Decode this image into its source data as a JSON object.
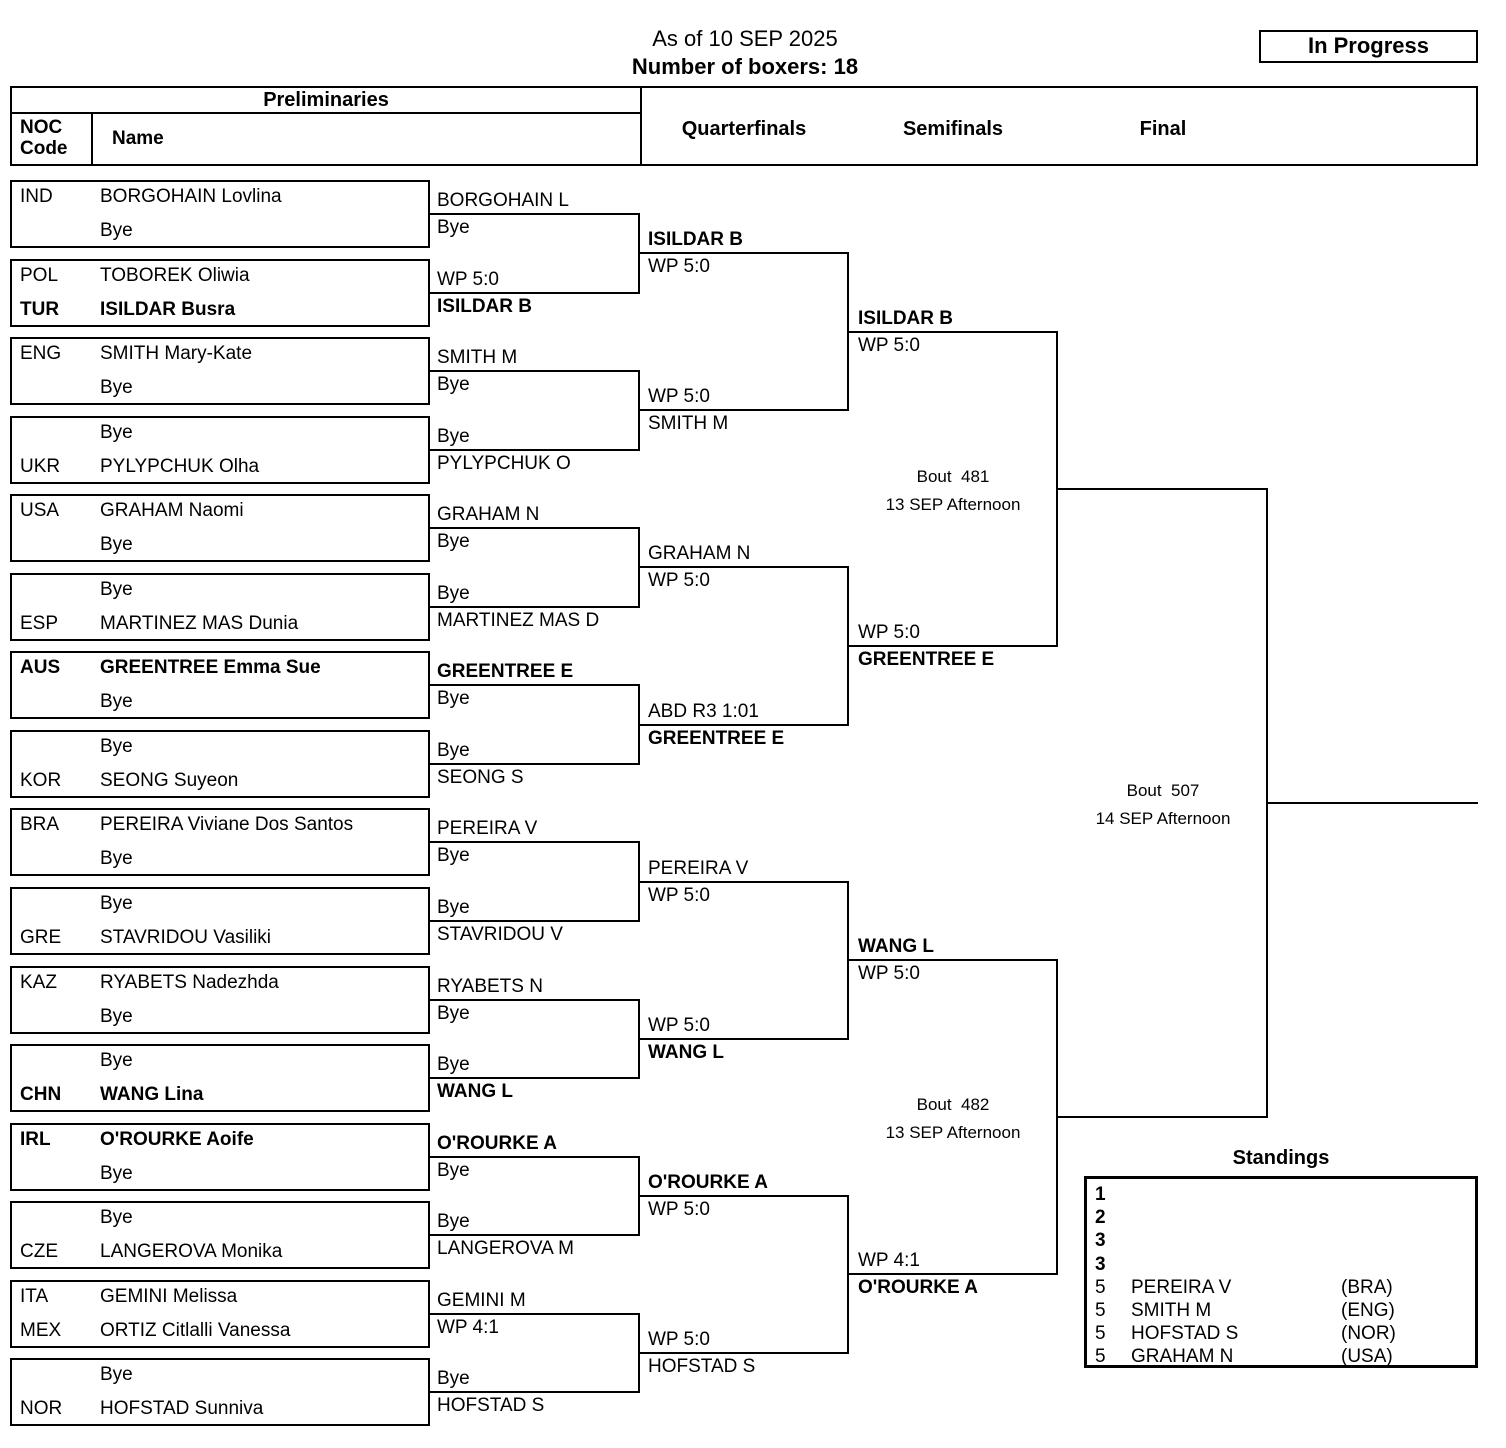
{
  "page": {
    "as_of": "As of 10 SEP 2025",
    "boxer_count": "Number of boxers: 18",
    "status": "In Progress"
  },
  "table_header": {
    "preliminaries": "Preliminaries",
    "noc_line1": "NOC",
    "noc_line2": "Code",
    "name": "Name",
    "rounds": [
      "Quarterfinals",
      "Semifinals",
      "Final"
    ]
  },
  "prelim_boxes": [
    {
      "rows": [
        {
          "noc": "IND",
          "name": "BORGOHAIN Lovlina",
          "bold": false
        },
        {
          "noc": "",
          "name": "Bye",
          "bold": false
        }
      ]
    },
    {
      "rows": [
        {
          "noc": "POL",
          "name": "TOBOREK Oliwia",
          "bold": false
        },
        {
          "noc": "TUR",
          "name": "ISILDAR Busra",
          "bold": true
        }
      ]
    },
    {
      "rows": [
        {
          "noc": "ENG",
          "name": "SMITH Mary-Kate",
          "bold": false
        },
        {
          "noc": "",
          "name": "Bye",
          "bold": false
        }
      ]
    },
    {
      "rows": [
        {
          "noc": "",
          "name": "Bye",
          "bold": false
        },
        {
          "noc": "UKR",
          "name": "PYLYPCHUK Olha",
          "bold": false
        }
      ]
    },
    {
      "rows": [
        {
          "noc": "USA",
          "name": "GRAHAM Naomi",
          "bold": false
        },
        {
          "noc": "",
          "name": "Bye",
          "bold": false
        }
      ]
    },
    {
      "rows": [
        {
          "noc": "",
          "name": "Bye",
          "bold": false
        },
        {
          "noc": "ESP",
          "name": "MARTINEZ MAS Dunia",
          "bold": false
        }
      ]
    },
    {
      "rows": [
        {
          "noc": "AUS",
          "name": "GREENTREE Emma Sue",
          "bold": true
        },
        {
          "noc": "",
          "name": "Bye",
          "bold": false
        }
      ]
    },
    {
      "rows": [
        {
          "noc": "",
          "name": "Bye",
          "bold": false
        },
        {
          "noc": "KOR",
          "name": "SEONG Suyeon",
          "bold": false
        }
      ]
    },
    {
      "rows": [
        {
          "noc": "BRA",
          "name": "PEREIRA Viviane Dos Santos",
          "bold": false
        },
        {
          "noc": "",
          "name": "Bye",
          "bold": false
        }
      ]
    },
    {
      "rows": [
        {
          "noc": "",
          "name": "Bye",
          "bold": false
        },
        {
          "noc": "GRE",
          "name": "STAVRIDOU Vasiliki",
          "bold": false
        }
      ]
    },
    {
      "rows": [
        {
          "noc": "KAZ",
          "name": "RYABETS Nadezhda",
          "bold": false
        },
        {
          "noc": "",
          "name": "Bye",
          "bold": false
        }
      ]
    },
    {
      "rows": [
        {
          "noc": "",
          "name": "Bye",
          "bold": false
        },
        {
          "noc": "CHN",
          "name": "WANG Lina",
          "bold": true
        }
      ]
    },
    {
      "rows": [
        {
          "noc": "IRL",
          "name": "O'ROURKE Aoife",
          "bold": true
        },
        {
          "noc": "",
          "name": "Bye",
          "bold": false
        }
      ]
    },
    {
      "rows": [
        {
          "noc": "",
          "name": "Bye",
          "bold": false
        },
        {
          "noc": "CZE",
          "name": "LANGEROVA Monika",
          "bold": false
        }
      ]
    },
    {
      "rows": [
        {
          "noc": "ITA",
          "name": "GEMINI Melissa",
          "bold": false
        },
        {
          "noc": "MEX",
          "name": "ORTIZ Citlalli Vanessa",
          "bold": false
        }
      ]
    },
    {
      "rows": [
        {
          "noc": "",
          "name": "Bye",
          "bold": false
        },
        {
          "noc": "NOR",
          "name": "HOFSTAD Sunniva",
          "bold": false
        }
      ]
    }
  ],
  "round_of_16": [
    {
      "above": "BORGOHAIN L",
      "above_bold": false,
      "below": "Bye",
      "below_bold": false
    },
    {
      "above": "WP 5:0",
      "above_bold": false,
      "below": "ISILDAR B",
      "below_bold": true
    },
    {
      "above": "SMITH M",
      "above_bold": false,
      "below": "Bye",
      "below_bold": false
    },
    {
      "above": "Bye",
      "above_bold": false,
      "below": "PYLYPCHUK O",
      "below_bold": false
    },
    {
      "above": "GRAHAM N",
      "above_bold": false,
      "below": "Bye",
      "below_bold": false
    },
    {
      "above": "Bye",
      "above_bold": false,
      "below": "MARTINEZ MAS D",
      "below_bold": false
    },
    {
      "above": "GREENTREE E",
      "above_bold": true,
      "below": "Bye",
      "below_bold": false
    },
    {
      "above": "Bye",
      "above_bold": false,
      "below": "SEONG S",
      "below_bold": false
    },
    {
      "above": "PEREIRA V",
      "above_bold": false,
      "below": "Bye",
      "below_bold": false
    },
    {
      "above": "Bye",
      "above_bold": false,
      "below": "STAVRIDOU V",
      "below_bold": false
    },
    {
      "above": "RYABETS N",
      "above_bold": false,
      "below": "Bye",
      "below_bold": false
    },
    {
      "above": "Bye",
      "above_bold": false,
      "below": "WANG L",
      "below_bold": true
    },
    {
      "above": "O'ROURKE A",
      "above_bold": true,
      "below": "Bye",
      "below_bold": false
    },
    {
      "above": "Bye",
      "above_bold": false,
      "below": "LANGEROVA M",
      "below_bold": false
    },
    {
      "above": "GEMINI M",
      "above_bold": false,
      "below": "WP 4:1",
      "below_bold": false
    },
    {
      "above": "Bye",
      "above_bold": false,
      "below": "HOFSTAD S",
      "below_bold": false
    }
  ],
  "quarterfinals": [
    {
      "above": "ISILDAR B",
      "above_bold": true,
      "below": "WP 5:0",
      "below_bold": false
    },
    {
      "above": "WP 5:0",
      "above_bold": false,
      "below": "SMITH M",
      "below_bold": false
    },
    {
      "above": "GRAHAM N",
      "above_bold": false,
      "below": "WP 5:0",
      "below_bold": false
    },
    {
      "above": "ABD R3 1:01",
      "above_bold": false,
      "below": "GREENTREE E",
      "below_bold": true
    },
    {
      "above": "PEREIRA V",
      "above_bold": false,
      "below": "WP 5:0",
      "below_bold": false
    },
    {
      "above": "WP 5:0",
      "above_bold": false,
      "below": "WANG L",
      "below_bold": true
    },
    {
      "above": "O'ROURKE A",
      "above_bold": true,
      "below": "WP 5:0",
      "below_bold": false
    },
    {
      "above": "WP 5:0",
      "above_bold": false,
      "below": "HOFSTAD S",
      "below_bold": false
    }
  ],
  "semifinals": [
    {
      "above": "ISILDAR B",
      "above_bold": true,
      "below": "WP 5:0",
      "below_bold": false
    },
    {
      "above": "WP 5:0",
      "above_bold": false,
      "below": "GREENTREE E",
      "below_bold": true
    },
    {
      "above": "WANG L",
      "above_bold": true,
      "below": "WP 5:0",
      "below_bold": false
    },
    {
      "above": "WP 4:1",
      "above_bold": false,
      "below": "O'ROURKE A",
      "below_bold": true
    }
  ],
  "final_bouts": [
    {
      "label": "Bout  481",
      "schedule": "13 SEP Afternoon"
    },
    {
      "label": "Bout  482",
      "schedule": "13 SEP Afternoon"
    }
  ],
  "championship_bout": {
    "label": "Bout  507",
    "schedule": "14 SEP Afternoon"
  },
  "standings": {
    "title": "Standings",
    "rows": [
      {
        "rank": "1",
        "name": "",
        "noc": ""
      },
      {
        "rank": "2",
        "name": "",
        "noc": ""
      },
      {
        "rank": "3",
        "name": "",
        "noc": ""
      },
      {
        "rank": "3",
        "name": "",
        "noc": ""
      },
      {
        "rank": "5",
        "name": "PEREIRA V",
        "noc": "(BRA)"
      },
      {
        "rank": "5",
        "name": "SMITH M",
        "noc": "(ENG)"
      },
      {
        "rank": "5",
        "name": "HOFSTAD S",
        "noc": "(NOR)"
      },
      {
        "rank": "5",
        "name": "GRAHAM N",
        "noc": "(USA)"
      }
    ]
  }
}
